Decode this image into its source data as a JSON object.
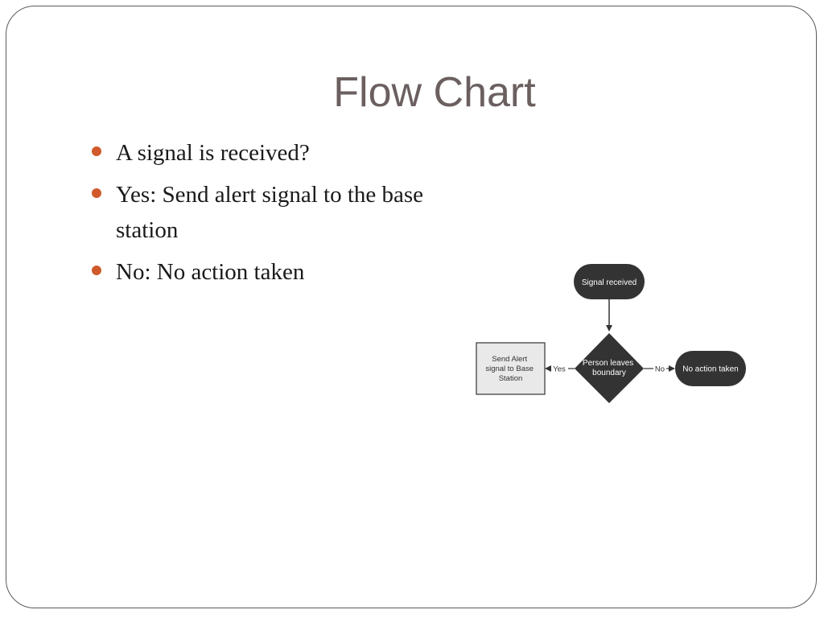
{
  "slide": {
    "title": "Flow Chart",
    "accent_color": "#d05a2b",
    "bullets": [
      {
        "text": "A signal is received?"
      },
      {
        "text": "Yes: Send alert signal to the base station"
      },
      {
        "text": "No: No action taken"
      }
    ]
  },
  "flowchart": {
    "start": "Signal received",
    "decision_lines": [
      "Person leaves",
      "boundary"
    ],
    "yes_label": "Yes",
    "no_label": "No",
    "yes_box_lines": [
      "Send Alert",
      "signal to Base",
      "Station"
    ],
    "no_terminal": "No action taken"
  }
}
